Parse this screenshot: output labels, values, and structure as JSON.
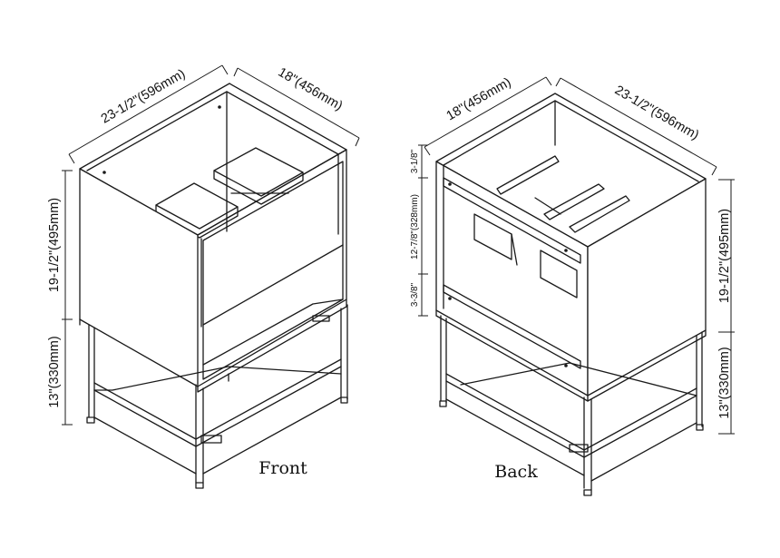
{
  "views": {
    "front": {
      "caption": "Front",
      "dims": {
        "width": "23-1/2\"(596mm)",
        "depth": "18\"(456mm)",
        "cabinet_height": "19-1/2\"(495mm)",
        "leg_height": "13\"(330mm)"
      }
    },
    "back": {
      "caption": "Back",
      "dims": {
        "depth": "18\"(456mm)",
        "width": "23-1/2\"(596mm)",
        "cabinet_height": "19-1/2\"(495mm)",
        "leg_height": "13\"(330mm)",
        "top_gap": "3-1/8\"",
        "opening": "12-7/8\"(328mm)",
        "bottom_gap": "3-3/8\""
      }
    }
  },
  "colors": {
    "line": "#1a1a1a",
    "background": "#ffffff"
  }
}
